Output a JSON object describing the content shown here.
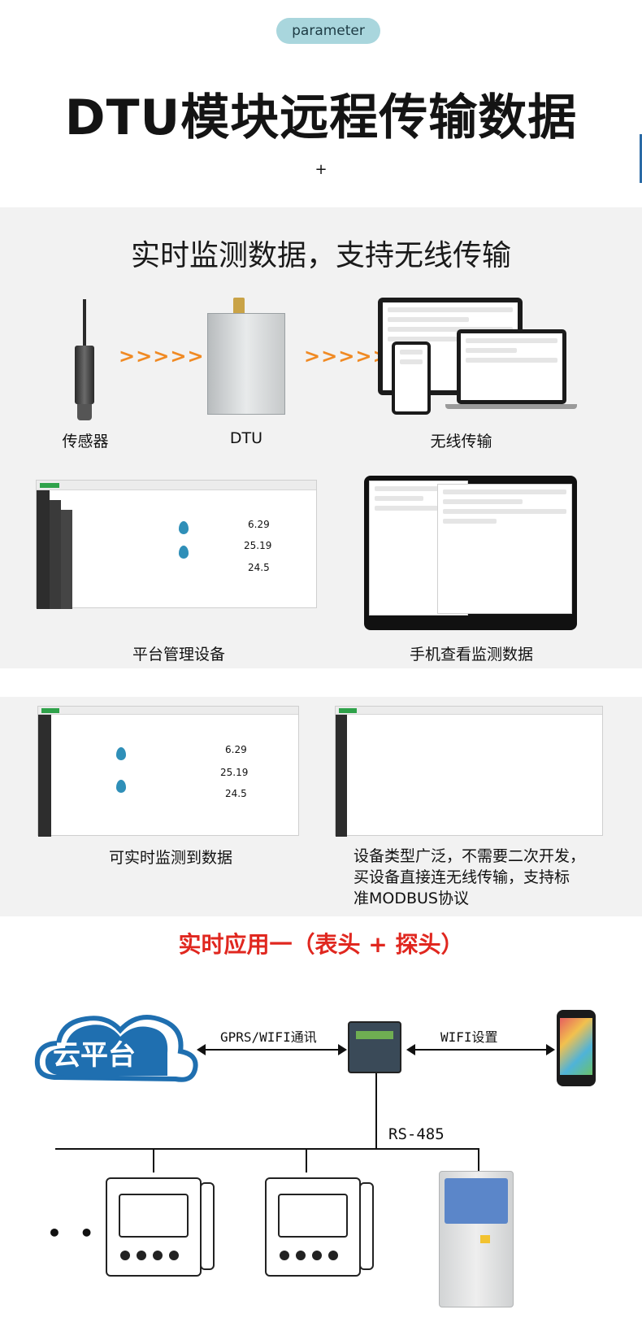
{
  "header": {
    "pill": "parameter",
    "title": "DTU模块远程传输数据",
    "plus": "+"
  },
  "section1": {
    "title": "实时监测数据，支持无线传输",
    "arrows": ">>>>>",
    "items": [
      {
        "label": "传感器"
      },
      {
        "label": "DTU"
      },
      {
        "label": "无线传输"
      }
    ],
    "screens": [
      {
        "label": "平台管理设备"
      },
      {
        "label": "手机查看监测数据"
      }
    ],
    "values": [
      "6.29",
      "25.19",
      "24.5"
    ]
  },
  "section2": {
    "captions": [
      "可实时监测到数据",
      "设备类型广泛，不需要二次开发，",
      "买设备直接连无线传输，支持标",
      "准MODBUS协议"
    ]
  },
  "diagram": {
    "title": "实时应用一（表头 + 探头）",
    "cloud_label": "云平台",
    "link_left": "GPRS/WIFI通讯",
    "link_right": "WIFI设置",
    "bus": "RS-485",
    "ellipsis": "• • •"
  },
  "colors": {
    "accent_orange": "#f08a24",
    "accent_red": "#e0271f",
    "cloud_blue": "#1f6fb0",
    "pill_bg": "#a9d6dd"
  }
}
